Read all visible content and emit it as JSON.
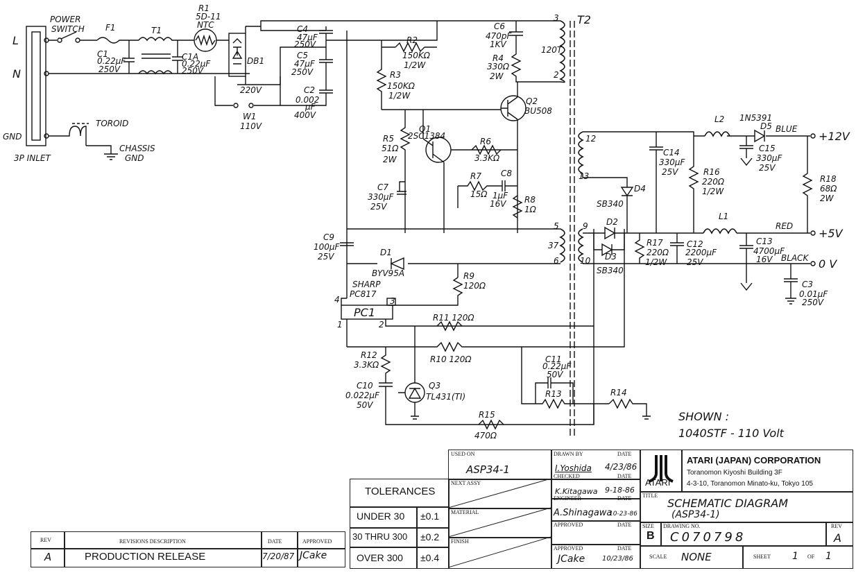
{
  "schematic": {
    "inlet": {
      "l": "L",
      "n": "N",
      "gnd": "GND",
      "name": "3P INLET"
    },
    "switch": "POWER\nSWITCH",
    "toroid": "TOROID",
    "chassis": "CHASSIS\nGND",
    "f1": "F1",
    "t1": "T1",
    "r1": "R1\n5D-11\nNTC",
    "c1": "C1\n0.22µF\n250V",
    "c1a": "C1A\n0.22µF\n250V",
    "db1": "DB1",
    "v220": "220V",
    "w1": "W1\n110V",
    "c4": "C4\n47µF\n250V",
    "c5": "C5\n47µF\n250V",
    "c2": "C2\n0.002\nµF\n400V",
    "r2": "R2\n150KΩ\n1/2W",
    "r3": "R3\n150KΩ\n1/2W",
    "c6": "C6\n470pF\n1KV",
    "r4": "R4\n330Ω\n2W",
    "t2": "T2",
    "turns": "120T",
    "q2": "Q2\nBU508",
    "q1": "Q1\n2SC1384",
    "r5": "R5\n51Ω\n2W",
    "r6": "R6\n3.3KΩ",
    "r7": "R7\n15Ω",
    "c8": "C8\n1µF\n16V",
    "r8": "R8\n1Ω",
    "c7": "C7\n330µF\n25V",
    "c9": "C9\n100µF\n25V",
    "d1": "D1\nBYV95A",
    "r9": "R9\n120Ω",
    "sharp": "SHARP\nPC817",
    "pc1": "PC1",
    "r11": "R11 120Ω",
    "r10": "R10 120Ω",
    "r12": "R12\n3.3KΩ",
    "c10": "C10\n0.022µF\n50V",
    "q3": "Q3\nTL431(TI)",
    "c11": "C11\n0.22µF\n50V",
    "r13": "R13",
    "r14": "R14",
    "r15": "R15\n470Ω",
    "l2": "L2",
    "d5": "1N5391\nD5",
    "c14": "C14\n330µF\n25V",
    "c15": "C15\n330µF\n25V",
    "r16": "R16\n220Ω\n1/2W",
    "r18": "R18\n68Ω\n2W",
    "d4": "D4",
    "sb340a": "SB340",
    "l1": "L1",
    "d2": "D2",
    "d3": "D3",
    "sb340b": "SB340",
    "r17": "R17\n220Ω\n1/2W",
    "c12": "C12\n2200µF\n25V",
    "c13": "C13\n4700µF\n16V",
    "c3": "C3\n0.01µF\n250V",
    "outputs": {
      "blue": "BLUE",
      "p12": "+12V",
      "red": "RED",
      "p5": "+5V",
      "black": "BLACK",
      "zero": "0 V"
    },
    "pins": {
      "p3": "3",
      "p2": "2",
      "p5": "5",
      "p6": "6",
      "p9": "9",
      "p10": "10",
      "p12": "12",
      "p13": "13",
      "t37": "37",
      "pc4": "4",
      "pc3": "3",
      "pc1": "1",
      "pc2": "2"
    },
    "shown": "SHOWN :",
    "model": "1040STF - 110 Volt"
  },
  "titleblock": {
    "rev_head": "REV",
    "revisions_head": "REVISIONS DESCRIPTION",
    "date_head": "DATE",
    "approved_head": "APPROVED",
    "rev_letter": "A",
    "rev_desc": "PRODUCTION RELEASE",
    "rev_date": "7/20/87",
    "rev_approved": "JCake",
    "tolerances": "TOLERANCES",
    "tol": [
      {
        "range": "UNDER 30",
        "value": "±0.1"
      },
      {
        "range": "30 THRU 300",
        "value": "±0.2"
      },
      {
        "range": "OVER 300",
        "value": "±0.4"
      }
    ],
    "used_on_label": "USED ON",
    "used_on": "ASP34-1",
    "next_assy_label": "NEXT ASSY",
    "material_label": "MATERIAL",
    "finish_label": "FINISH",
    "drawn_by_label": "DRAWN BY",
    "drawn_by": "I.Yoshida",
    "drawn_date": "4/23/86",
    "checked_label": "CHECKED",
    "checked": "K.Kitagawa",
    "checked_date": "9-18-86",
    "engineer_label": "ENGINEER",
    "engineer": "A.Shinagawa",
    "engineer_date": "10-23-86",
    "approved_label": "APPROVED",
    "approved2_label": "APPROVED",
    "approved_sig": "JCake",
    "approved_date": "10/23/86",
    "date_label": "DATE",
    "company": "ATARI (JAPAN) CORPORATION",
    "address1": "Toranomon Kiyoshi Building 3F",
    "address2": "4-3-10, Toranomon Minato-ku, Tokyo 105",
    "logo_text": "ATARI",
    "title_label": "TITLE",
    "title1": "SCHEMATIC DIAGRAM",
    "title2": "(ASP34-1)",
    "size_label": "SIZE",
    "size": "B",
    "drawing_no_label": "DRAWING NO.",
    "drawing_no": "C070798",
    "rev2_label": "REV",
    "rev2": "A",
    "scale_label": "SCALE",
    "scale": "NONE",
    "sheet_label": "SHEET",
    "sheet": "1",
    "of_label": "OF",
    "of": "1"
  }
}
